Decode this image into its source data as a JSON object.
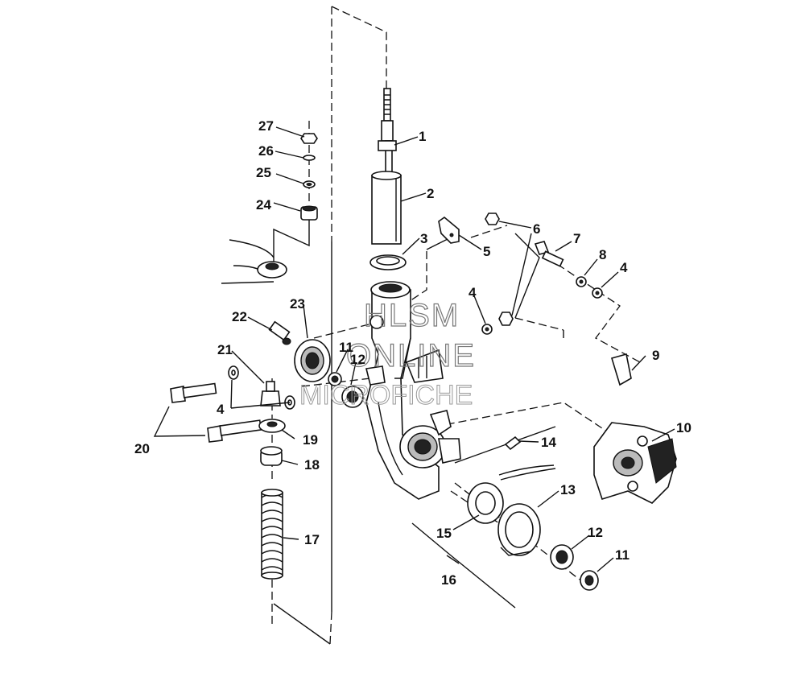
{
  "watermark": {
    "line1": "HLSM",
    "line2": "ONLINE",
    "line3": "MICROFICHE"
  },
  "callouts": {
    "c1": "1",
    "c2": "2",
    "c3": "3",
    "c4a": "4",
    "c4b": "4",
    "c4c": "4",
    "c5": "5",
    "c6": "6",
    "c7": "7",
    "c8": "8",
    "c9": "9",
    "c10": "10",
    "c11a": "11",
    "c11b": "11",
    "c12a": "12",
    "c12b": "12",
    "c13": "13",
    "c14": "14",
    "c15": "15",
    "c16": "16",
    "c17": "17",
    "c18": "18",
    "c19": "19",
    "c20": "20",
    "c21": "21",
    "c22": "22",
    "c23": "23",
    "c24": "24",
    "c25": "25",
    "c26": "26",
    "c27": "27"
  }
}
